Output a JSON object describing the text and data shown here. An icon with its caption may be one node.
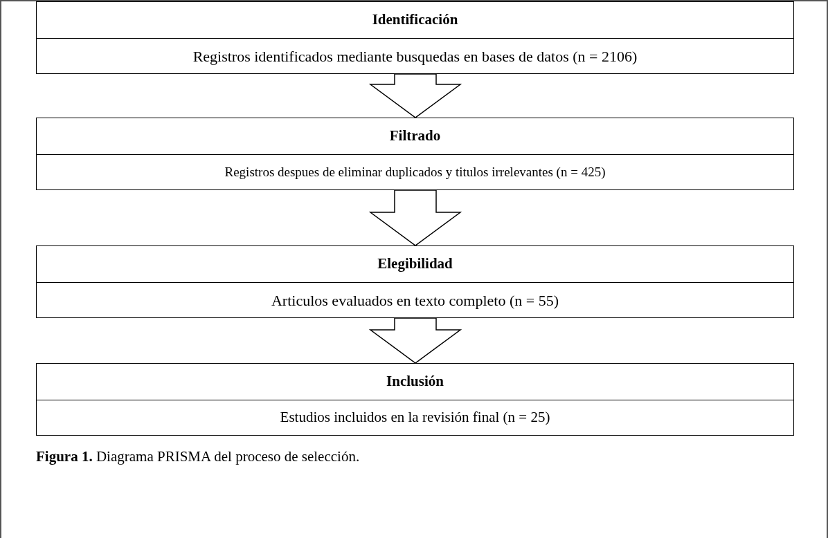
{
  "diagram": {
    "caption": "**Figura 1.** Diagrama PRISMA del proceso de selección.",
    "nodes": [
      {
        "text": [
          "Identificación",
          "Registros identificados mediante busquedas en bases de datos (n = 2106)"
        ]
      },
      {
        "text": [
          "Filtrado",
          "Registros despues de eliminar duplicados y titulos irrelevantes (n = 425)"
        ]
      },
      {
        "text": [
          "Elegibilidad",
          "Articulos evaluados en texto completo (n = 55)"
        ]
      },
      {
        "text": [
          "Inclusión",
          "Estudios incluidos en la revisión final (n = 25)"
        ]
      }
    ],
    "edges": [
      {
        "from": 0,
        "to": 1,
        "arrow": "to"
      },
      {
        "from": 1,
        "to": 2,
        "arrow": "to"
      },
      {
        "from": 2,
        "to": 3,
        "arrow": "to"
      }
    ]
  }
}
